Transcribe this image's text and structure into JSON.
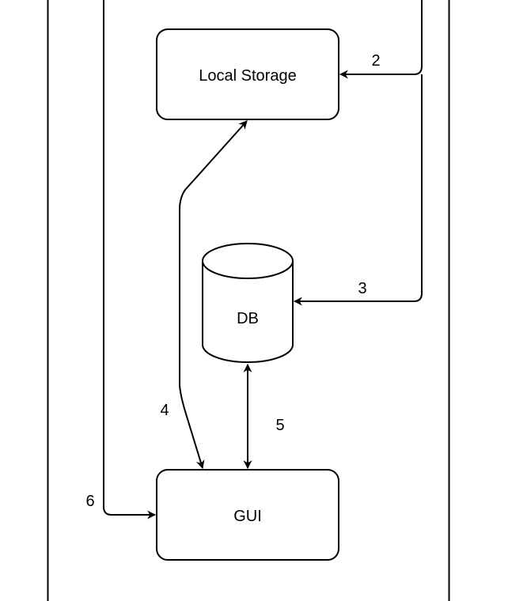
{
  "diagram": {
    "nodes": {
      "local_storage": {
        "label": "Local Storage",
        "shape": "rounded-rectangle"
      },
      "db": {
        "label": "DB",
        "shape": "cylinder"
      },
      "gui": {
        "label": "GUI",
        "shape": "rounded-rectangle"
      }
    },
    "edges": [
      {
        "id": "e2",
        "label": "2",
        "to": "local_storage",
        "direction": "one-way"
      },
      {
        "id": "e3",
        "label": "3",
        "to": "db",
        "direction": "one-way"
      },
      {
        "id": "e4",
        "label": "4",
        "between": [
          "local_storage",
          "gui"
        ],
        "direction": "two-way"
      },
      {
        "id": "e5",
        "label": "5",
        "between": [
          "db",
          "gui"
        ],
        "direction": "two-way"
      },
      {
        "id": "e6",
        "label": "6",
        "to": "gui",
        "direction": "one-way"
      }
    ],
    "colors": {
      "stroke": "#000000",
      "fill": "#ffffff",
      "text": "#000000"
    }
  }
}
